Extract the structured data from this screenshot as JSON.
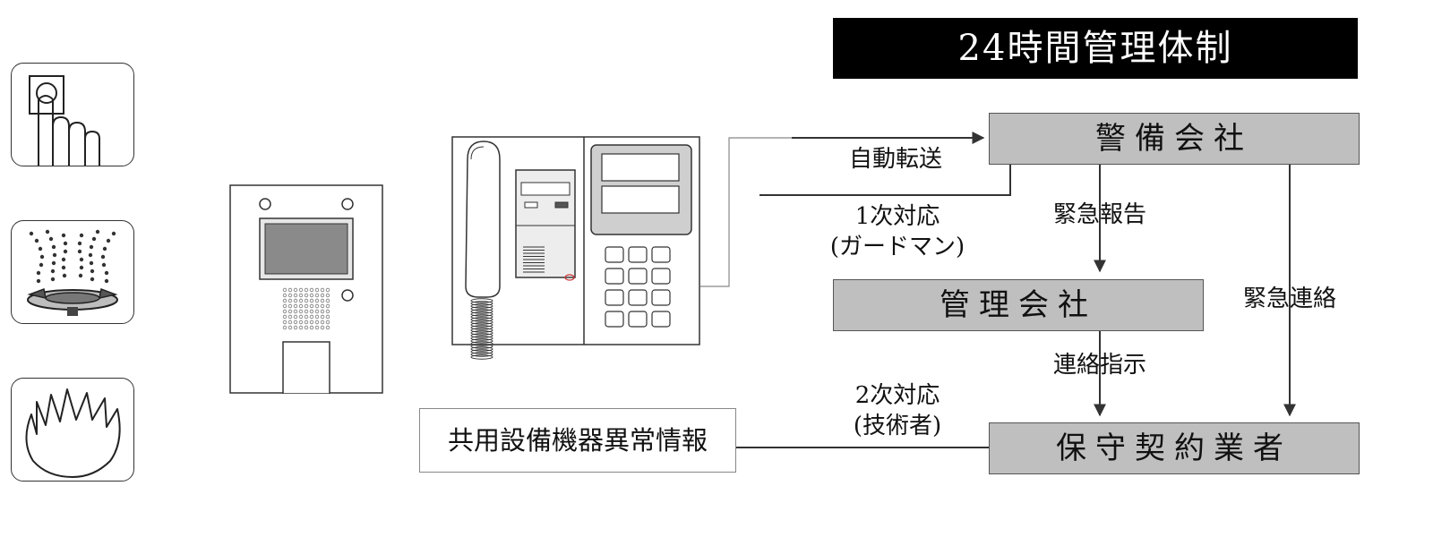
{
  "title": "24時間管理体制",
  "boxes": {
    "security_company": "警備会社",
    "management_company": "管理会社",
    "maintenance_contractor": "保守契約業者",
    "equipment_alert": "共用設備機器異常情報"
  },
  "labels": {
    "auto_transfer": "自動転送",
    "first_response": "1次対応",
    "first_response_who": "(ガードマン)",
    "emergency_report": "緊急報告",
    "emergency_contact": "緊急連絡",
    "contact_instruction": "連絡指示",
    "second_response": "2次対応",
    "second_response_who": "(技術者)"
  },
  "icons": [
    "emergency-button-icon",
    "gas-leak-icon",
    "fire-icon",
    "entrance-panel-icon",
    "intercom-monitor-icon"
  ],
  "colors": {
    "title_bg": "#000000",
    "box_fill": "#bfbfbf",
    "line": "#333333"
  }
}
